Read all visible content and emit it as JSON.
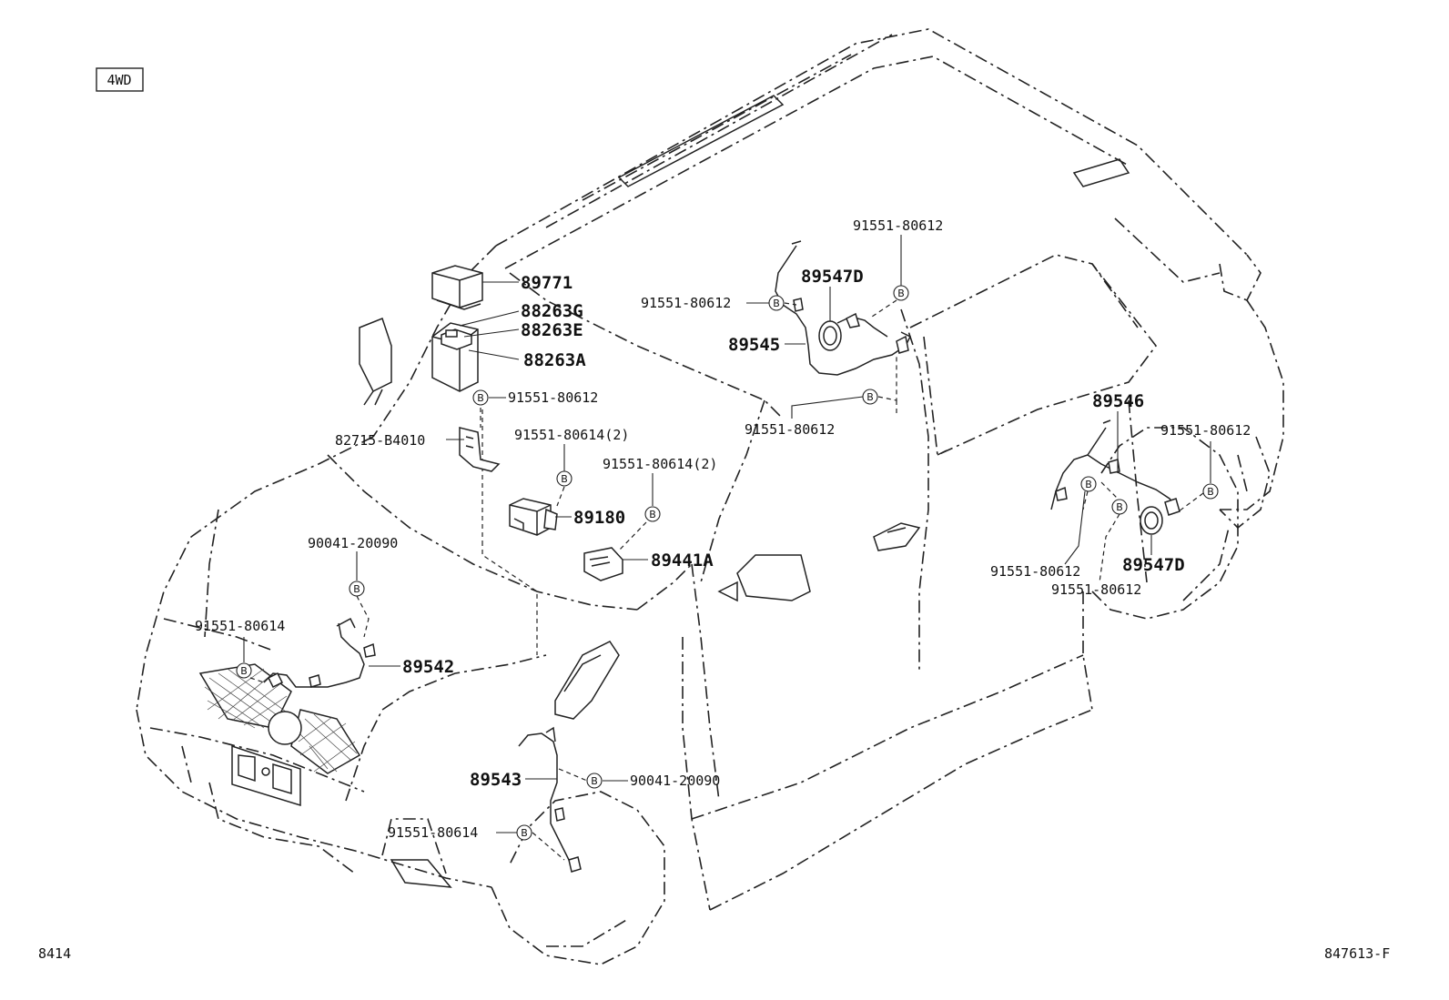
{
  "badge": "4WD",
  "footer_left": "8414",
  "footer_right": "847613-F",
  "bolt_marker": "B",
  "labels": {
    "p89771": "89771",
    "p88263G": "88263G",
    "p88263E": "88263E",
    "p88263A": "88263A",
    "p91551_80612_a": "91551-80612",
    "p82715": "82715-B4010",
    "p91551_80614_2a": "91551-80614(2)",
    "p91551_80614_2b": "91551-80614(2)",
    "p89180": "89180",
    "p89441A": "89441A",
    "p90041_a": "90041-20090",
    "p91551_80614_a": "91551-80614",
    "p89542": "89542",
    "p89543": "89543",
    "p90041_b": "90041-20090",
    "p91551_80614_b": "91551-80614",
    "p91551_80612_top": "91551-80612",
    "p89547D_a": "89547D",
    "p91551_80612_left": "91551-80612",
    "p89545": "89545",
    "p91551_80612_mid": "91551-80612",
    "p89546": "89546",
    "p91551_80612_right": "91551-80612",
    "p89547D_b": "89547D",
    "p91551_80612_low1": "91551-80612",
    "p91551_80612_low2": "91551-80612"
  }
}
